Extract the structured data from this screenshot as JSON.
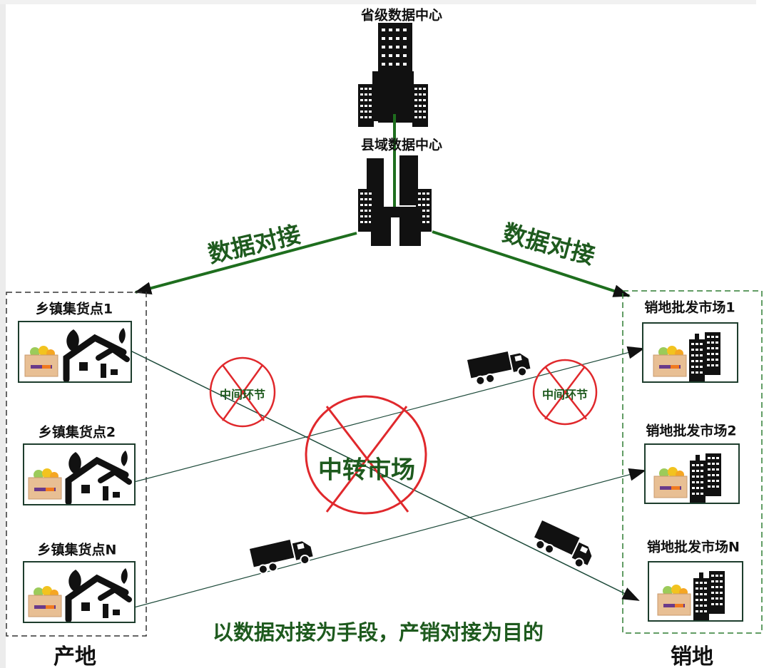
{
  "title_top": "省级数据中心",
  "title_county": "县域数据中心",
  "link_left": "数据对接",
  "link_right": "数据对接",
  "origin_nodes": [
    "乡镇集货点1",
    "乡镇集货点2",
    "乡镇集货点N"
  ],
  "market_nodes": [
    "销地批发市场1",
    "销地批发市场2",
    "销地批发市场N"
  ],
  "intermediate_label_1": "中间环节",
  "intermediate_label_2": "中间环节",
  "transfer_market": "中转市场",
  "slogan": "以数据对接为手段，产销对接为目的",
  "origin_region": "产地",
  "sales_region": "销地",
  "colors": {
    "green": "#1e6e1e",
    "red": "#e0282c",
    "line": "#1d4a3a"
  }
}
